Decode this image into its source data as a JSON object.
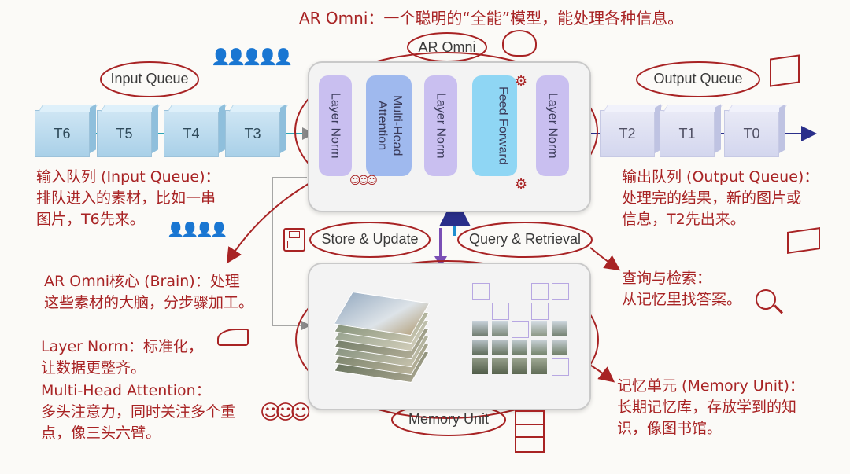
{
  "title": "AR Omni：一个聪明的“全能”模型，能处理各种信息。",
  "labels": {
    "ar_omni": "AR Omni",
    "input_queue": "Input Queue",
    "output_queue": "Output Queue",
    "store_update": "Store & Update",
    "query_retrieval": "Query & Retrieval",
    "memory_unit": "Memory Unit"
  },
  "input_tokens": [
    "T6",
    "T5",
    "T4",
    "T3"
  ],
  "output_tokens": [
    "T2",
    "T1",
    "T0"
  ],
  "blocks": {
    "layer_norm_1": "Layer Norm",
    "multi_head_attention": "Multi-Head Attention",
    "layer_norm_2": "Layer Norm",
    "feed_forward": "Feed Forward",
    "layer_norm_3": "Layer Norm"
  },
  "notes": {
    "input": [
      "输入队列 (Input Queue)：",
      "排队进入的素材，比如一串",
      "图片，T6先来。"
    ],
    "output": [
      "输出队列 (Output Queue)：",
      "处理完的结果，新的图片或",
      "信息，T2先出来。"
    ],
    "core": [
      "AR Omni核心 (Brain)：处理",
      "这些素材的大脑，分步骤加工。"
    ],
    "layer_norm": [
      "Layer Norm：标准化，",
      "让数据更整齐。"
    ],
    "attention": [
      "Multi-Head Attention：",
      "多头注意力，同时关注多个重",
      "点，像三头六臂。"
    ],
    "query": [
      "查询与检索：",
      "从记忆里找答案。"
    ],
    "memory": [
      "记忆单元 (Memory Unit)：",
      "长期记忆库，存放学到的知",
      "识，像图书馆。"
    ]
  },
  "colors": {
    "annotation": "#a82324",
    "input_cube": "#a9d0e8",
    "output_cube": "#d3d6ee",
    "layer_norm": "#c9bff0",
    "attention": "#9fb9ee",
    "feed_forward": "#8fd6f4"
  }
}
